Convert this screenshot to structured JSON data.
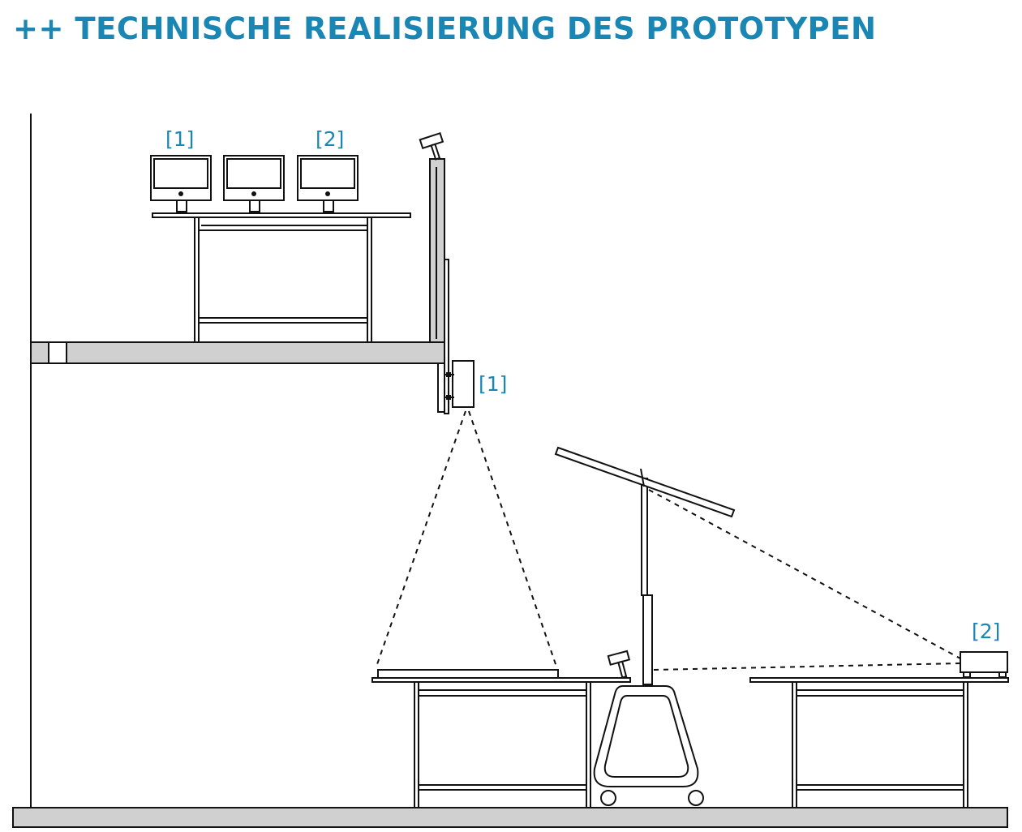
{
  "header": {
    "title": "++ TECHNISCHE REALISIERUNG DES PROTOTYPEN"
  },
  "labels": {
    "monitor_1": "[1]",
    "monitor_2": "[2]",
    "projector_1": "[1]",
    "projector_2": "[2]"
  },
  "colors": {
    "accent": "#1a86b3",
    "line": "#111111",
    "fill_grey": "#d0d0d0"
  }
}
